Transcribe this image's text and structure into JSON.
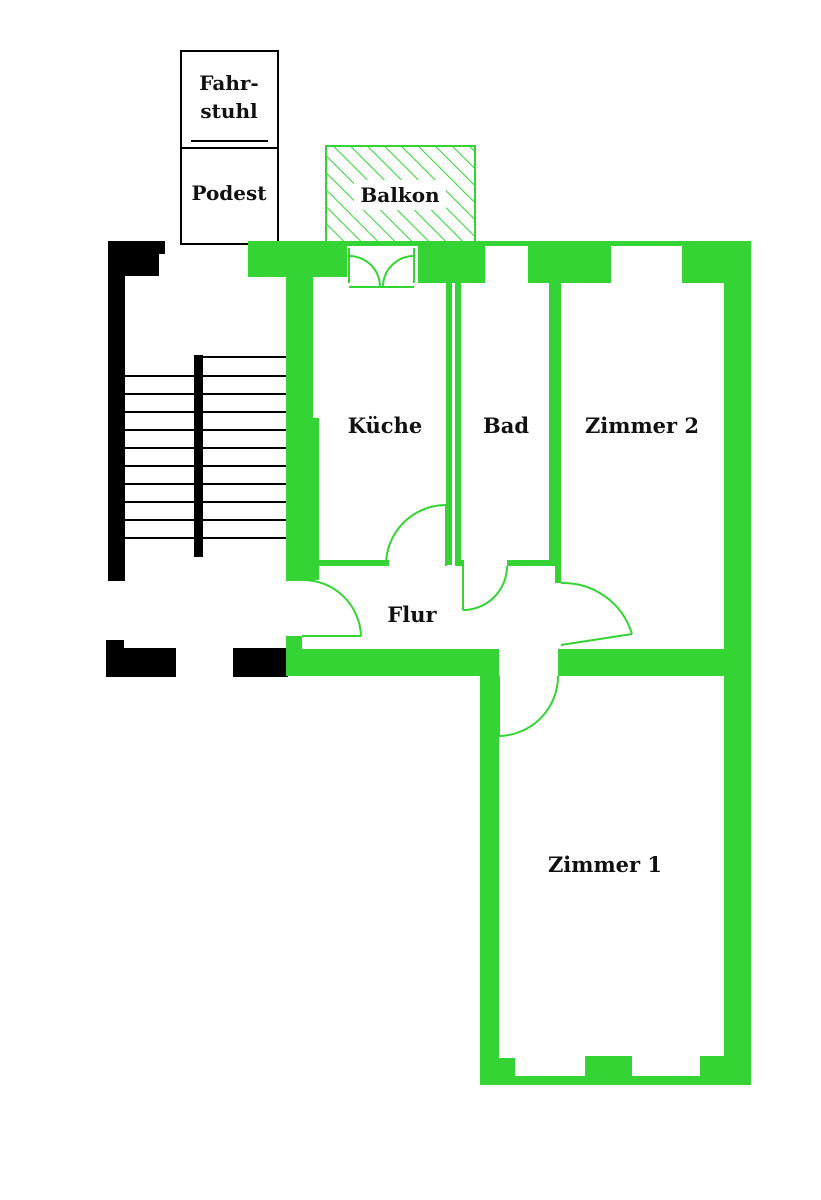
{
  "colors": {
    "apartment_wall": "#33d433",
    "building_wall": "#000000",
    "label": "#111111",
    "background": "#ffffff"
  },
  "labels": {
    "elevator_line1": "Fahr-",
    "elevator_line2": "stuhl",
    "landing": "Podest",
    "balcony": "Balkon",
    "kitchen": "Küche",
    "bathroom": "Bad",
    "room2": "Zimmer 2",
    "hallway": "Flur",
    "room1": "Zimmer 1"
  }
}
